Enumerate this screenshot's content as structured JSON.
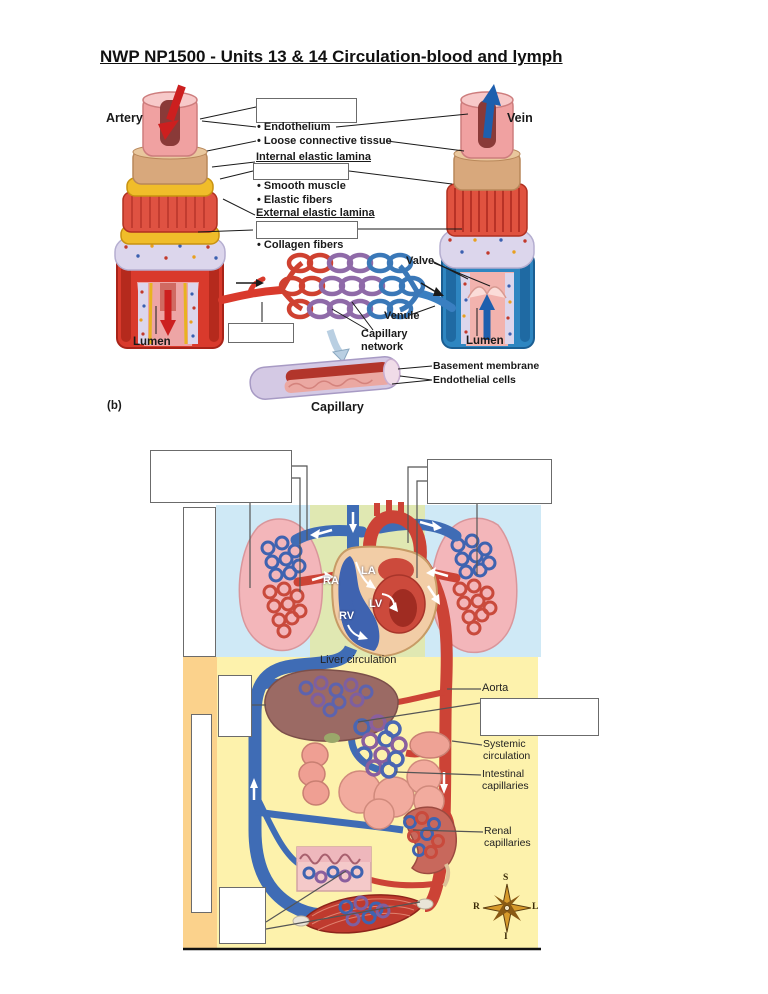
{
  "title": "NWP NP1500 - Units 13 & 14 Circulation-blood and lymph",
  "vessel_diagram": {
    "figure_tag": "(b)",
    "artery": "Artery",
    "vein": "Vein",
    "wall_labels": {
      "endothelium": "• Endothelium",
      "loose_connective_tissue": "• Loose connective tissue",
      "internal_elastic_lamina": "Internal elastic lamina",
      "smooth_muscle": "• Smooth muscle",
      "elastic_fibers": "• Elastic fibers",
      "external_elastic_lamina": "External elastic lamina",
      "collagen_fibers": "• Collagen fibers"
    },
    "lumen_artery": "Lumen",
    "lumen_vein": "Lumen",
    "valve": "Valve",
    "venule": "Venule",
    "capillary_network": "Capillary network",
    "capillary_caption": "Capillary",
    "basement_membrane": "Basement membrane",
    "endothelial_cells": "Endothelial cells",
    "answer_boxes": [
      "",
      "",
      "",
      ""
    ]
  },
  "circulation_diagram": {
    "heart": {
      "ra": "RA",
      "la": "LA",
      "lv": "LV",
      "rv": "RV"
    },
    "labels": {
      "liver_circulation": "Liver circulation",
      "aorta": "Aorta",
      "systemic_circulation": "Systemic circulation",
      "intestinal_capillaries": "Intestinal capillaries",
      "renal_capillaries": "Renal capillaries"
    },
    "compass": {
      "superior": "S",
      "left": "L",
      "inferior": "I",
      "right": "R"
    },
    "answer_boxes": [
      "",
      "",
      "",
      "",
      "",
      "",
      ""
    ]
  },
  "palette": {
    "artery_red": "#d93a2c",
    "vein_blue": "#2e86c1",
    "capillary_purple": "#8f6aa8",
    "pulmonary_background": "#cfe9f6",
    "heart_background": "#e0e8b2",
    "systemic_background": "#fdf2ac",
    "left_strip_orange": "#fbd28c"
  }
}
